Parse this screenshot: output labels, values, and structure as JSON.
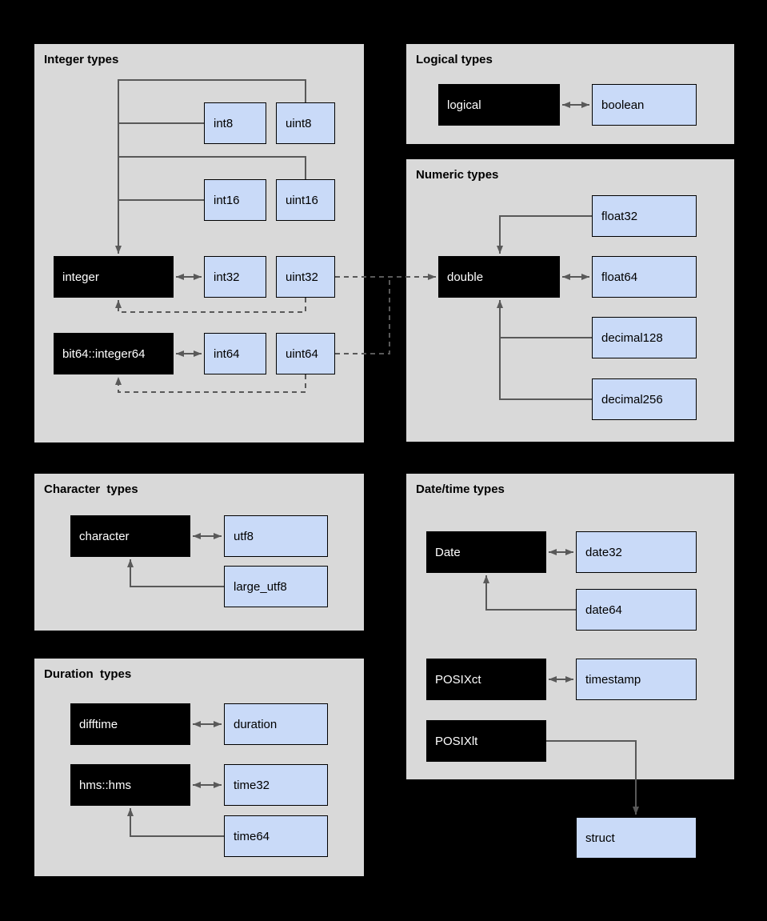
{
  "diagram": {
    "panels": {
      "integer": {
        "title": "Integer types",
        "nodes": {
          "integer": "integer",
          "bit64_integer64": "bit64::integer64",
          "int8": "int8",
          "uint8": "uint8",
          "int16": "int16",
          "uint16": "uint16",
          "int32": "int32",
          "uint32": "uint32",
          "int64": "int64",
          "uint64": "uint64"
        }
      },
      "logical": {
        "title": "Logical types",
        "nodes": {
          "logical": "logical",
          "boolean": "boolean"
        }
      },
      "numeric": {
        "title": "Numeric types",
        "nodes": {
          "double": "double",
          "float32": "float32",
          "float64": "float64",
          "decimal128": "decimal128",
          "decimal256": "decimal256"
        }
      },
      "character": {
        "title": "Character  types",
        "nodes": {
          "character": "character",
          "utf8": "utf8",
          "large_utf8": "large_utf8"
        }
      },
      "datetime": {
        "title": "Date/time types",
        "nodes": {
          "date": "Date",
          "date32": "date32",
          "date64": "date64",
          "posixct": "POSIXct",
          "timestamp": "timestamp",
          "posixlt": "POSIXlt",
          "struct": "struct"
        }
      },
      "duration": {
        "title": "Duration  types",
        "nodes": {
          "difftime": "difftime",
          "duration": "duration",
          "hms_hms": "hms::hms",
          "time32": "time32",
          "time64": "time64"
        }
      }
    },
    "colors": {
      "background": "#000000",
      "panel_background": "#d9d9d9",
      "r_type_fill": "#000000",
      "r_type_text": "#ffffff",
      "arrow_type_fill": "#c9daf8",
      "arrow_type_border": "#000000",
      "connector": "#595959"
    }
  }
}
